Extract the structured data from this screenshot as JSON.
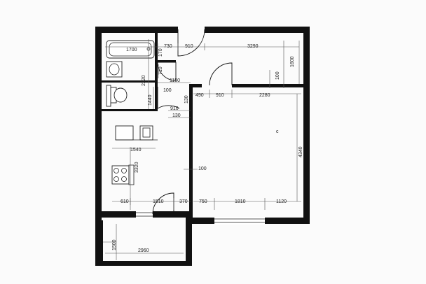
{
  "dimensions": {
    "bath_width": "1700",
    "corridor_top": "730",
    "door_top": "910",
    "room_top_width": "3290",
    "bath_height": "2220",
    "bath_small": "710",
    "bath_small2": "170",
    "bath_depth": "1150",
    "wc_height": "1440",
    "wc_gap": "100",
    "wc_door": "910",
    "step_130": "130",
    "wall_490": "490",
    "room_door": "910",
    "room_width": "2280",
    "room_top_right": "1600",
    "room_top_right2": "100",
    "room_height": "4340",
    "kitchen_width": "1540",
    "kitchen_depth": "3320",
    "partition": "100",
    "bottom_left": "610",
    "bottom_door": "1510",
    "bottom_370": "370",
    "bottom_750": "750",
    "window_width": "1810",
    "bottom_right": "1120",
    "balcony_height": "1500",
    "balcony_width": "2960"
  },
  "mark_c": "c"
}
